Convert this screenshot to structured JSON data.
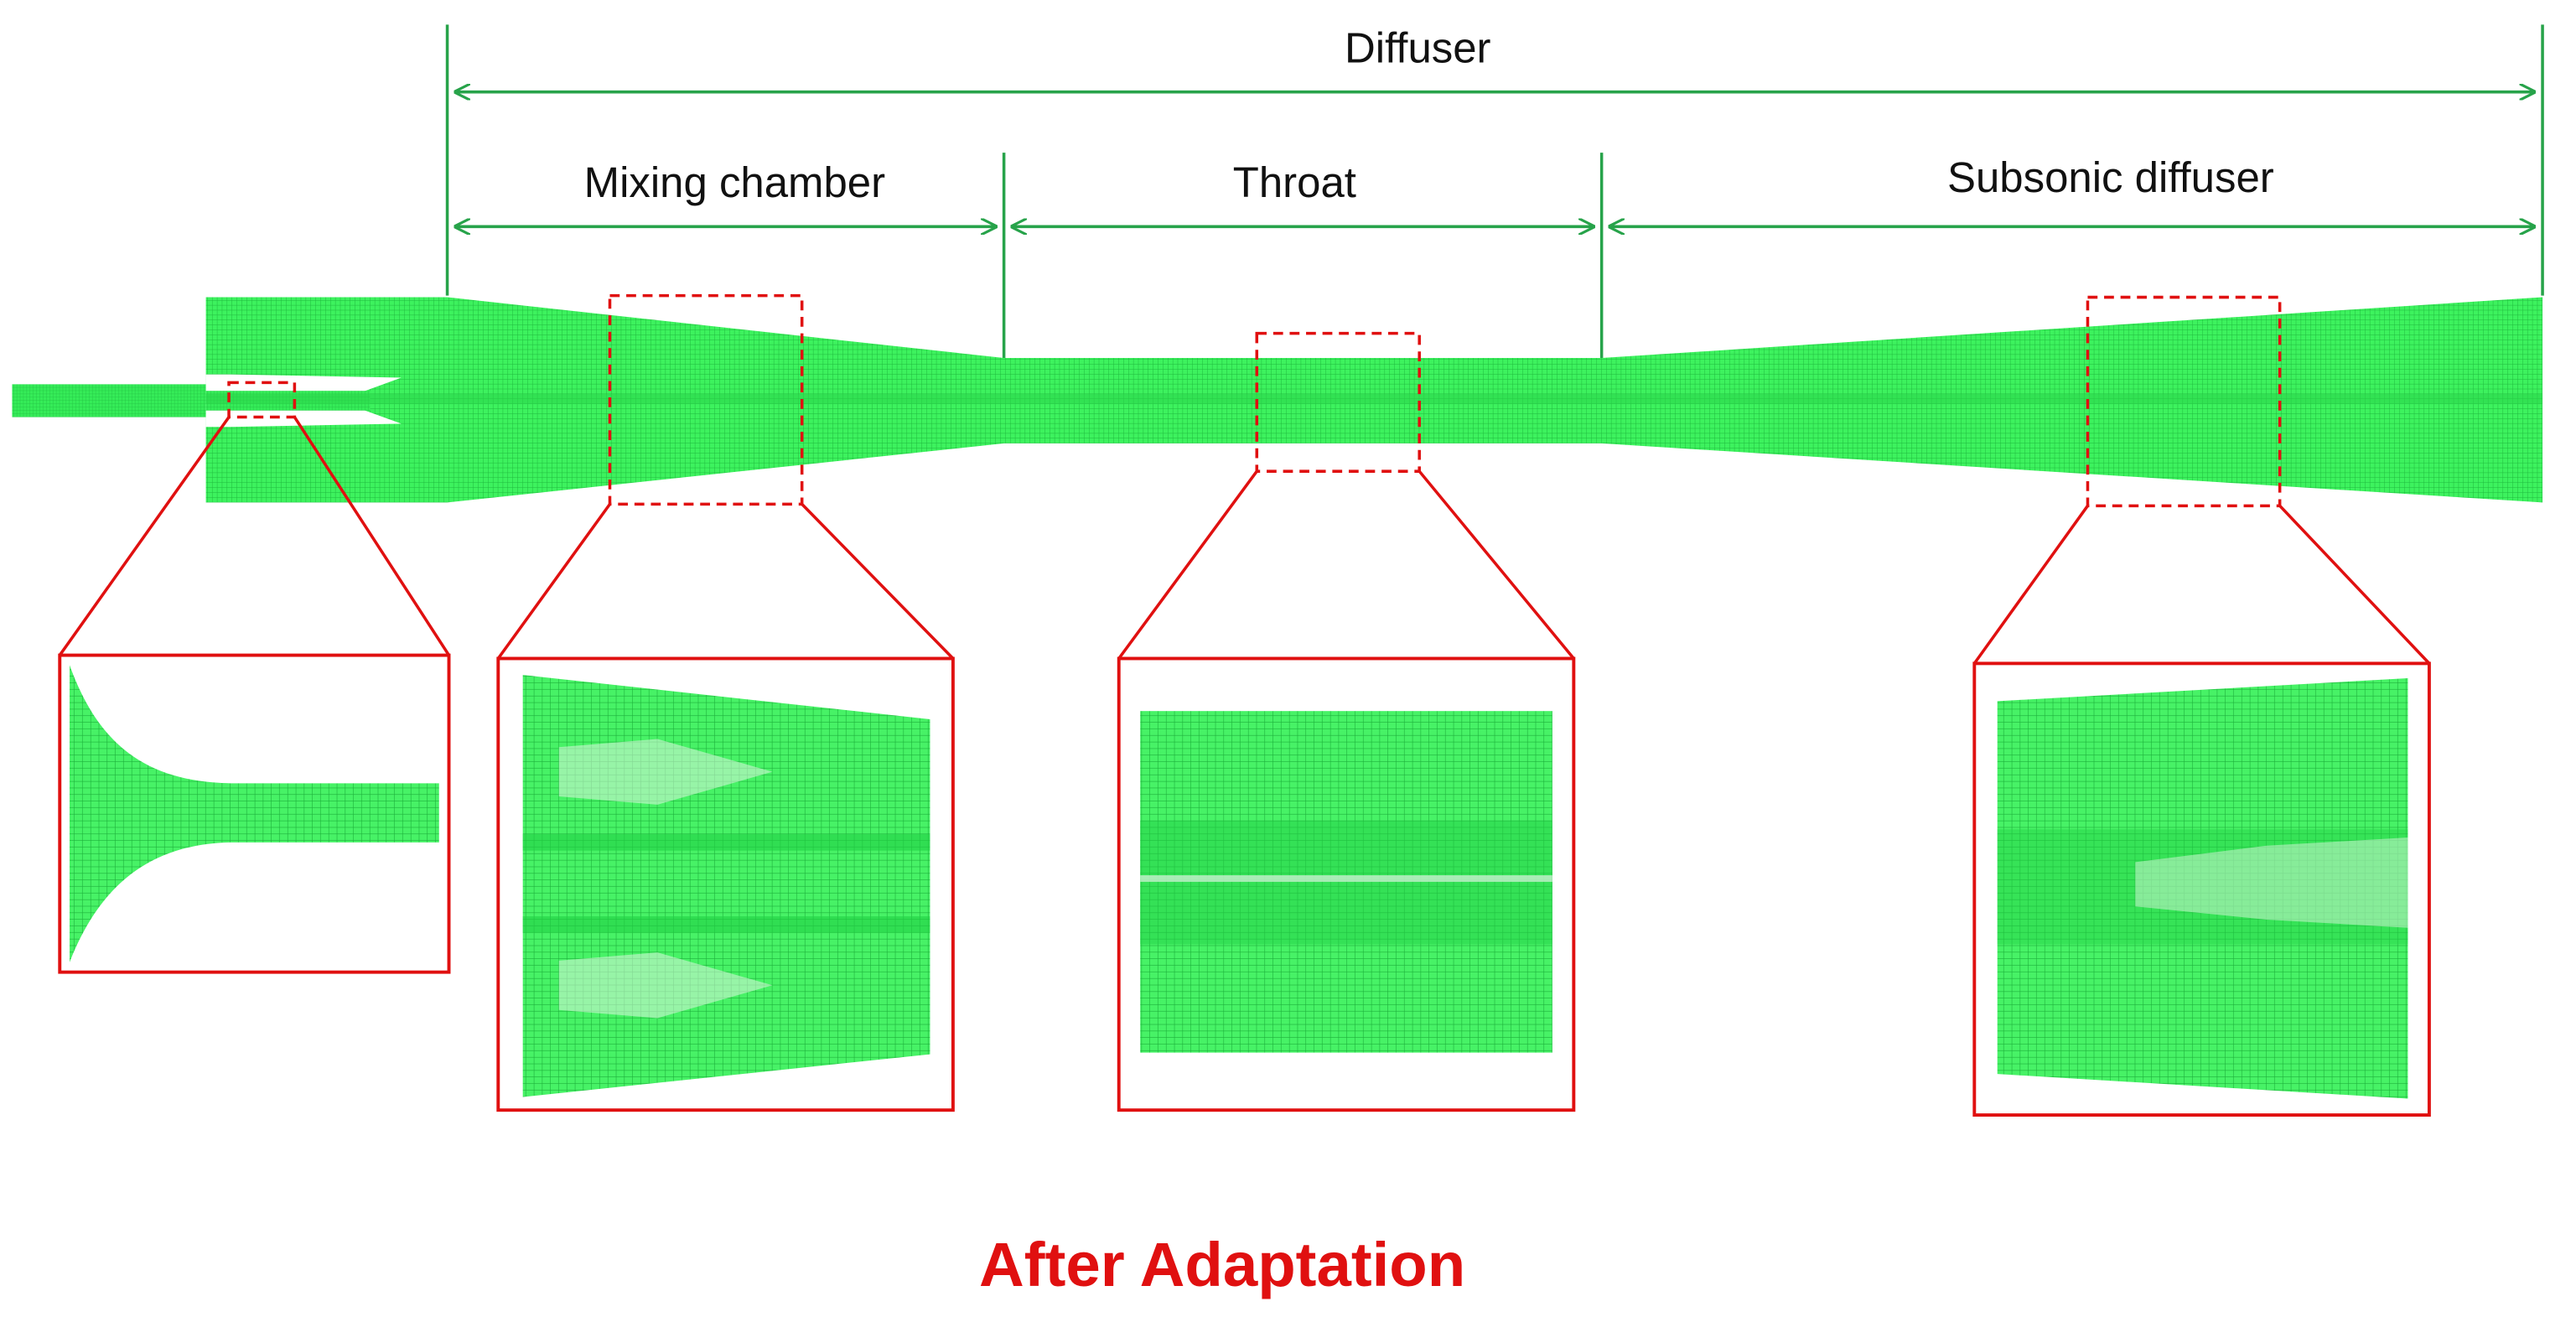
{
  "labels": {
    "diffuser": "Diffuser",
    "mixing_chamber": "Mixing chamber",
    "throat": "Throat",
    "subsonic_diffuser": "Subsonic diffuser"
  },
  "caption": "After Adaptation",
  "colors": {
    "mesh": "#33ee55",
    "mesh_line": "#1fae3a",
    "dimension_line": "#27a34a",
    "highlight": "#e01010",
    "caption": "#e01010"
  },
  "zoom_panels": [
    "nozzle-exit",
    "mixing-chamber",
    "throat",
    "subsonic-diffuser"
  ]
}
